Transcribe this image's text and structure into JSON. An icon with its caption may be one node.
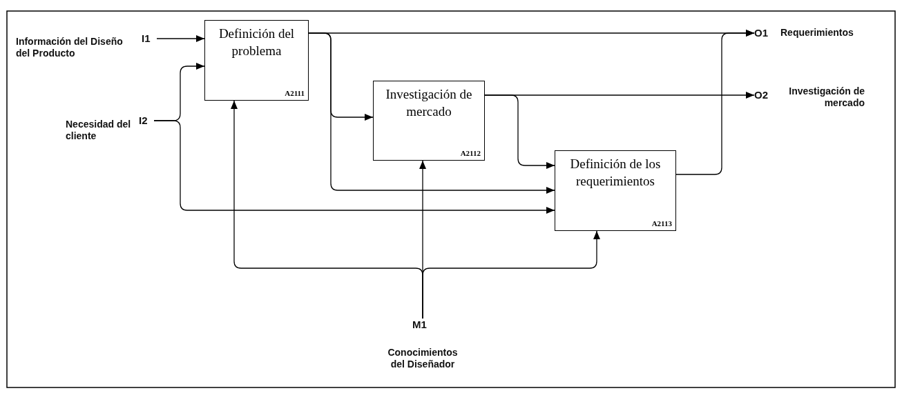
{
  "diagram": {
    "nodes": [
      {
        "text": [
          "Definición del problema",
          "A2111"
        ]
      },
      {
        "text": [
          "Investigación de mercado",
          "A2112"
        ]
      },
      {
        "text": [
          "Definición de los requerimientos",
          "A2113"
        ]
      },
      {
        "text": [
          "I1"
        ],
        "beside": [
          "Información del Diseño del Producto"
        ]
      },
      {
        "text": [
          "I2"
        ],
        "beside": [
          "Necesidad del cliente"
        ]
      },
      {
        "text": [
          "M1"
        ],
        "beside": [
          "Conocimientos del Diseñador"
        ]
      },
      {
        "text": [
          "O1"
        ],
        "beside": [
          "Requerimientos"
        ]
      },
      {
        "text": [
          "O2"
        ],
        "beside": [
          "Investigación de mercado"
        ]
      }
    ],
    "edges": [
      {
        "from": 3,
        "to": 0,
        "arrow": "to"
      },
      {
        "from": 4,
        "to": 0,
        "arrow": "to"
      },
      {
        "from": 4,
        "to": 2,
        "arrow": "to"
      },
      {
        "from": 0,
        "to": 6,
        "arrow": "to"
      },
      {
        "from": 0,
        "to": 1,
        "arrow": "to"
      },
      {
        "from": 0,
        "to": 2,
        "arrow": "to"
      },
      {
        "from": 1,
        "to": 7,
        "arrow": "to"
      },
      {
        "from": 1,
        "to": 2,
        "arrow": "to"
      },
      {
        "from": 2,
        "to": 6,
        "arrow": "to"
      },
      {
        "from": 5,
        "to": 0,
        "arrow": "to"
      },
      {
        "from": 5,
        "to": 1,
        "arrow": "to"
      },
      {
        "from": 5,
        "to": 2,
        "arrow": "to"
      }
    ]
  }
}
